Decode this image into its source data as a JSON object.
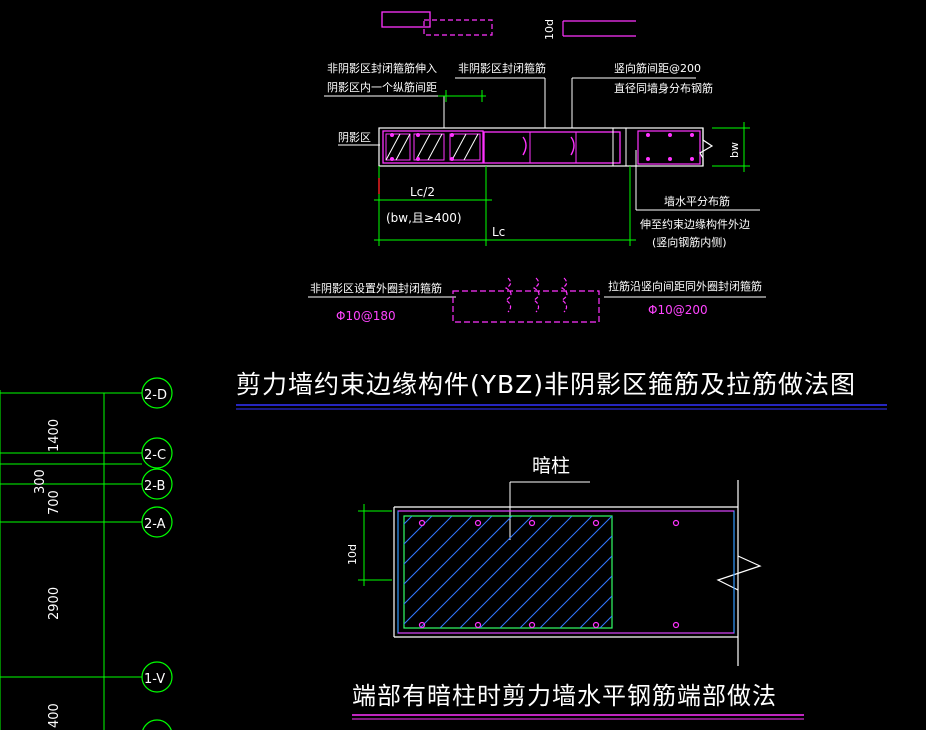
{
  "colors": {
    "background": "#000000",
    "white": "#ffffff",
    "magenta": "#ff00ff",
    "green": "#00ff00",
    "cyan": "#00bfff",
    "blue": "#3333ff",
    "hatch": "#3377ff"
  },
  "detail1": {
    "note_left_1": "非阴影区封闭箍筋伸入",
    "note_left_2": "阴影区内一个纵筋间距",
    "note_mid": "非阴影区封闭箍筋",
    "note_right_1": "竖向筋间距@200",
    "note_right_2": "直径同墙身分布钢筋",
    "label_yin": "阴影区",
    "dim_lc_half": "Lc/2",
    "dim_bw": "(bw,且≥400)",
    "dim_lc": "Lc",
    "dim_bw_side": "bw",
    "note_h1": "墙水平分布筋",
    "note_h2": "伸至约束边缘构件外边",
    "note_h3": "(竖向钢筋内侧)",
    "dim_10d_top": "10d"
  },
  "detail2": {
    "note_left": "非阴影区设置外圈封闭箍筋",
    "spec_left": "Φ10@180",
    "note_right": "拉筋沿竖向间距同外圈封闭箍筋",
    "spec_right": "Φ10@200"
  },
  "title1": "剪力墙约束边缘构件(YBZ)非阴影区箍筋及拉筋做法图",
  "detail3": {
    "label_anzhu": "暗柱",
    "dim_10d": "10d"
  },
  "title2": "端部有暗柱时剪力墙水平钢筋端部做法",
  "grid": {
    "axes": [
      "2-D",
      "2-C",
      "2-B",
      "2-A",
      "1-V"
    ],
    "dims": [
      "1400",
      "300",
      "700",
      "2900",
      "400"
    ]
  }
}
